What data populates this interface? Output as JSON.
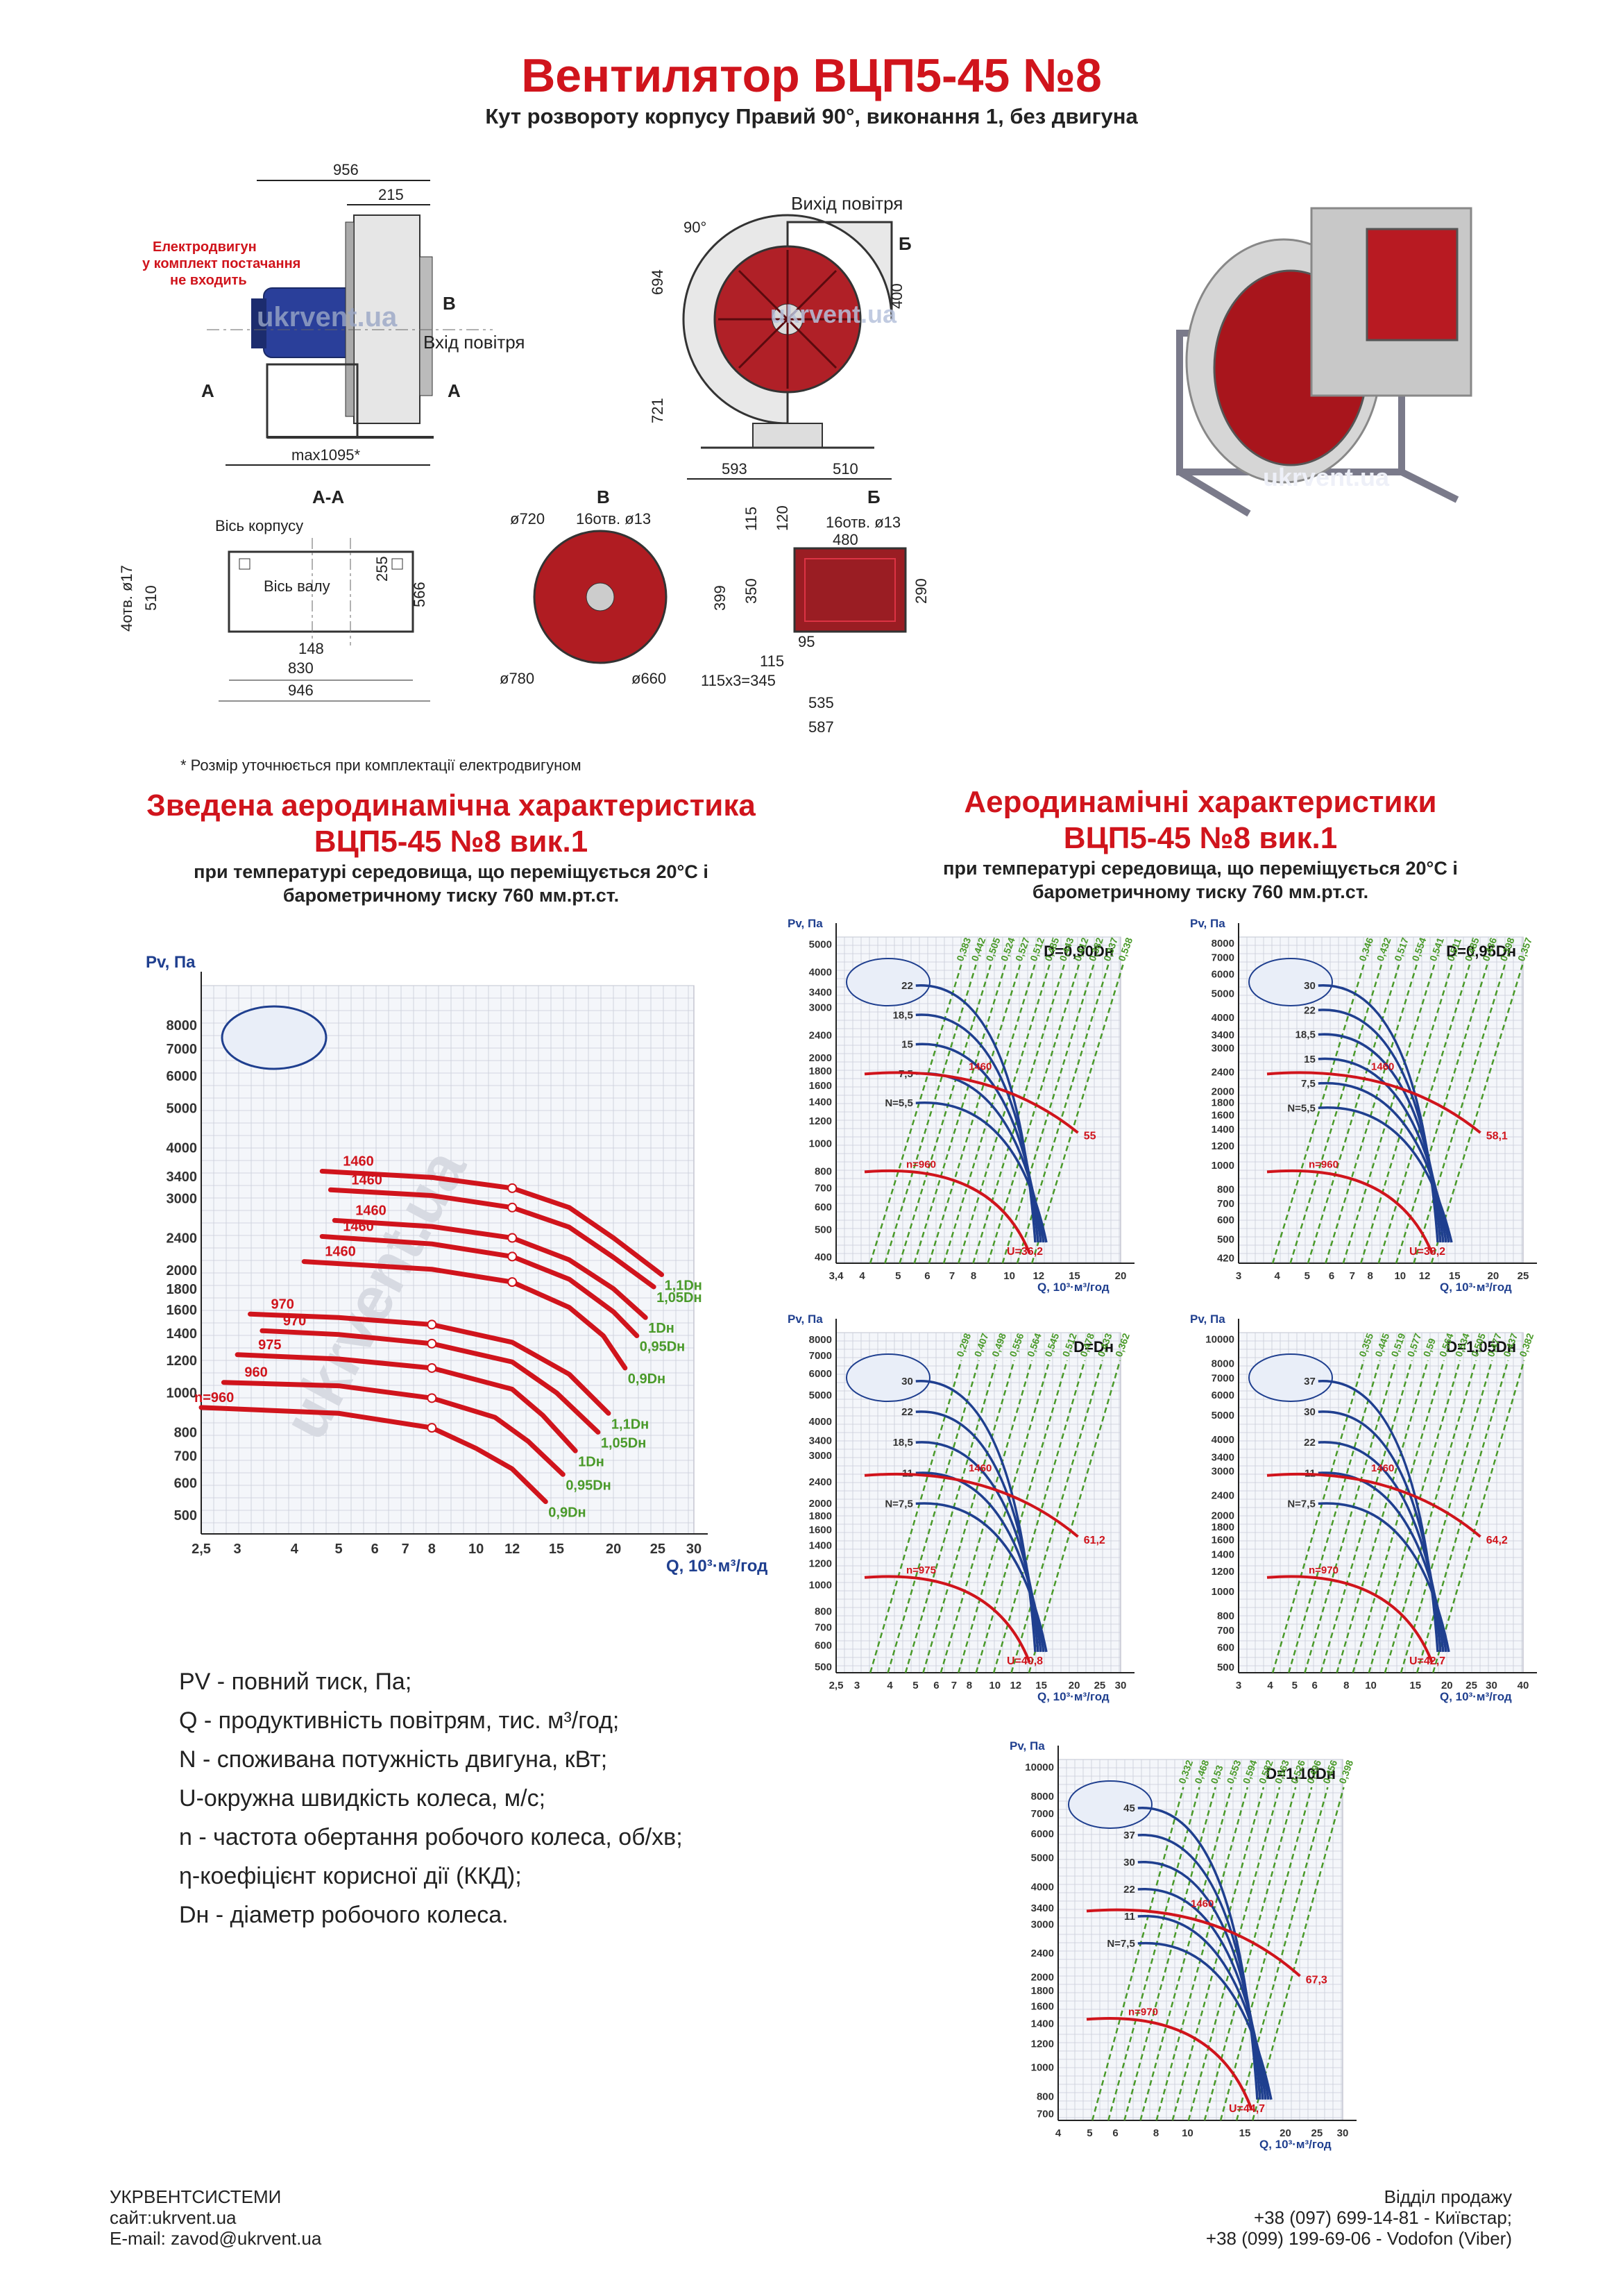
{
  "header": {
    "title": "Вентилятор ВЦП5-45 №8",
    "subtitle": "Кут розвороту корпусу Правий 90°, виконання 1, без двигуна"
  },
  "drawing": {
    "side_view": {
      "dims": [
        "956",
        "215",
        "max1095*"
      ],
      "motor_note": [
        "Електродвигун",
        "у комплект постачання",
        "не входить"
      ],
      "label_b": "В",
      "air_in": "Вхід повітря",
      "label_a": "А"
    },
    "front_view": {
      "air_out": "Вихід повітря",
      "angle": "90°",
      "label_b": "Б",
      "dims": [
        "694",
        "721",
        "400",
        "593",
        "510"
      ]
    },
    "section_aa": {
      "title": "А-А",
      "axis_body": "Вісь корпусу",
      "axis_shaft": "Вісь валу",
      "dims": [
        "4отв. ø17",
        "510",
        "255",
        "566",
        "148",
        "830",
        "946"
      ]
    },
    "section_v": {
      "title": "В",
      "dims": [
        "ø720",
        "16отв. ø13",
        "ø780",
        "ø660"
      ]
    },
    "section_b": {
      "title": "Б",
      "dims": [
        "115",
        "120",
        "16отв. ø13",
        "480",
        "399",
        "350",
        "290",
        "95",
        "115",
        "115x3=345",
        "535",
        "587"
      ]
    },
    "watermark": "ukrvent.ua",
    "footnote": "* Розмір уточнюється при комплектації електродвигуном"
  },
  "summary": {
    "title_line1": "Зведена аеродинамічна характеристика",
    "title_line2": "ВЦП5-45 №8 вик.1",
    "sub_line1": "при температурі середовища, що переміщується 20°С і",
    "sub_line2": "барометричному тиску 760 мм.рт.ст."
  },
  "detail": {
    "title_line1": "Аеродинамічні характеристики",
    "title_line2": "ВЦП5-45 №8 вик.1",
    "sub_line1": "при температурі середовища, що переміщується 20°С і",
    "sub_line2": "барометричному тиску 760 мм.рт.ст."
  },
  "legend": [
    {
      "term": "PV",
      "text": " - повний тиск, Па;"
    },
    {
      "term": "Q",
      "text": " - продуктивність повітрям, тис. м³/год;"
    },
    {
      "term": "N",
      "text": " - споживана потужність двигуна, кВт;"
    },
    {
      "term": "U",
      "text": "-окружна швидкість колеса, м/с;"
    },
    {
      "term": "n",
      "text": " - частота обертання робочого колеса, об/хв;"
    },
    {
      "term": "η",
      "text": "-коефіцієнт корисної дії (ККД);"
    },
    {
      "term": "Dн",
      "text": " - діаметр робочого колеса."
    }
  ],
  "footer": {
    "company": "УКРВЕНТСИСТЕМИ",
    "site": "сайт:ukrvent.ua",
    "email": "E-mail: zavod@ukrvent.ua",
    "sales": "Відділ продажу",
    "phone1": "+38 (097) 699-14-81 - Київстар;",
    "phone2": "+38 (099) 199-69-06 - Vodofon (Viber)"
  },
  "colors": {
    "red": "#d0141c",
    "blue": "#1f3f8f",
    "green": "#4a9a2a",
    "grid": "#c8ccd8"
  },
  "chart_data": [
    {
      "id": "summary",
      "type": "line",
      "scale": "log-log",
      "ylabel": "Pv, Па",
      "xlabel": "Q, 10³·м³/год",
      "xlim": [
        2.5,
        30
      ],
      "ylim": [
        450,
        10000
      ],
      "xticks": [
        "2,5",
        "3",
        "4",
        "5",
        "6",
        "7",
        "8",
        "10",
        "12",
        "15",
        "20",
        "25",
        "30"
      ],
      "yticks": [
        "500",
        "600",
        "700",
        "800",
        "1000",
        "1200",
        "1400",
        "1600",
        "1800",
        "2000",
        "2400",
        "3000",
        "3400",
        "4000",
        "5000",
        "6000",
        "7000",
        "8000"
      ],
      "series": [
        {
          "name": "1460",
          "end": "1,1Dн",
          "x": [
            4.6,
            8,
            12,
            16,
            20,
            25.5
          ],
          "y": [
            3500,
            3380,
            3180,
            2850,
            2400,
            1950
          ]
        },
        {
          "name": "1460",
          "end": "1,05Dн",
          "x": [
            4.8,
            8,
            12,
            16,
            20,
            24.5
          ],
          "y": [
            3150,
            3050,
            2850,
            2550,
            2150,
            1820
          ]
        },
        {
          "name": "1460",
          "end": "1Dн",
          "x": [
            4.9,
            8,
            12,
            16,
            20,
            23.5
          ],
          "y": [
            2650,
            2560,
            2400,
            2120,
            1800,
            1530
          ]
        },
        {
          "name": "1460",
          "end": "0,95Dн",
          "x": [
            4.6,
            8,
            12,
            16,
            20,
            22.5
          ],
          "y": [
            2420,
            2320,
            2160,
            1900,
            1580,
            1380
          ]
        },
        {
          "name": "1460",
          "end": "0,9Dн",
          "x": [
            4.2,
            8,
            12,
            16,
            19,
            21.2
          ],
          "y": [
            2100,
            2010,
            1870,
            1620,
            1380,
            1150
          ]
        },
        {
          "name": "970",
          "end": "1,1Dн",
          "x": [
            3.2,
            5,
            8,
            12,
            16,
            19.5
          ],
          "y": [
            1560,
            1530,
            1470,
            1330,
            1110,
            890
          ]
        },
        {
          "name": "970",
          "end": "1,05Dн",
          "x": [
            3.4,
            5,
            8,
            12,
            15,
            18.5
          ],
          "y": [
            1420,
            1390,
            1320,
            1190,
            1000,
            800
          ]
        },
        {
          "name": "975",
          "end": "1Dн",
          "x": [
            3.0,
            5,
            8,
            12,
            14,
            16.5
          ],
          "y": [
            1240,
            1210,
            1150,
            1020,
            880,
            720
          ]
        },
        {
          "name": "960",
          "end": "0,95Dн",
          "x": [
            2.8,
            5,
            8,
            11,
            13,
            15.5
          ],
          "y": [
            1060,
            1040,
            970,
            870,
            760,
            630
          ]
        },
        {
          "name": "n=960",
          "end": "0,9Dн",
          "x": [
            2.5,
            5,
            8,
            10,
            12,
            14.2
          ],
          "y": [
            920,
            890,
            820,
            730,
            650,
            540
          ]
        }
      ]
    },
    {
      "id": "d090",
      "type": "line",
      "title": "D=0,90Dн",
      "xticks": [
        "3,4",
        "4",
        "5",
        "6",
        "7",
        "8",
        "10",
        "12",
        "15",
        "20"
      ],
      "yticks": [
        "400",
        "500",
        "600",
        "700",
        "800",
        "1000",
        "1200",
        "1400",
        "1600",
        "1800",
        "2000",
        "2400",
        "3000",
        "3400",
        "4000",
        "5000"
      ],
      "n_labels": [
        "1460",
        "n=960"
      ],
      "power_labels": [
        "22",
        "18,5",
        "15",
        "7,5",
        "N=5,5"
      ],
      "eta_labels": [
        "0,383",
        "0,442",
        "0,505",
        "0,524",
        "0,527",
        "0,512",
        "0,485",
        "0,443",
        "0,412",
        "0,382",
        "0,337",
        "0,538"
      ],
      "u_min": "U=36,2",
      "u_max": "55"
    },
    {
      "id": "d095",
      "type": "line",
      "title": "D=0,95Dн",
      "xticks": [
        "3",
        "4",
        "5",
        "6",
        "7",
        "8",
        "10",
        "12",
        "15",
        "20",
        "25"
      ],
      "yticks": [
        "420",
        "500",
        "600",
        "700",
        "800",
        "1000",
        "1200",
        "1400",
        "1600",
        "1800",
        "2000",
        "2400",
        "3000",
        "3400",
        "4000",
        "5000",
        "6000",
        "7000",
        "8000"
      ],
      "n_labels": [
        "1460",
        "n=960"
      ],
      "power_labels": [
        "30",
        "22",
        "18,5",
        "15",
        "7,5",
        "N=5,5"
      ],
      "eta_labels": [
        "0,346",
        "0,432",
        "0,517",
        "0,554",
        "0,541",
        "0,511",
        "0,485",
        "0,436",
        "0,398",
        "0,357"
      ],
      "u_min": "U=38,2",
      "u_max": "58,1"
    },
    {
      "id": "d100",
      "type": "line",
      "title": "D=Dн",
      "xticks": [
        "2,5",
        "3",
        "4",
        "5",
        "6",
        "7",
        "8",
        "10",
        "12",
        "15",
        "20",
        "25",
        "30"
      ],
      "yticks": [
        "500",
        "600",
        "700",
        "800",
        "1000",
        "1200",
        "1400",
        "1600",
        "1800",
        "2000",
        "2400",
        "3000",
        "3400",
        "4000",
        "5000",
        "6000",
        "7000",
        "8000"
      ],
      "n_labels": [
        "1460",
        "n=975"
      ],
      "power_labels": [
        "30",
        "22",
        "18,5",
        "11",
        "N=7,5"
      ],
      "eta_labels": [
        "0,298",
        "0,407",
        "0,498",
        "0,556",
        "0,564",
        "0,545",
        "0,512",
        "0,478",
        "0,433",
        "0,362"
      ],
      "u_min": "U=40,8",
      "u_max": "61,2"
    },
    {
      "id": "d105",
      "type": "line",
      "title": "D=1,05Dн",
      "xticks": [
        "3",
        "4",
        "5",
        "6",
        "8",
        "10",
        "15",
        "20",
        "25",
        "30",
        "40"
      ],
      "yticks": [
        "500",
        "600",
        "700",
        "800",
        "1000",
        "1200",
        "1400",
        "1600",
        "1800",
        "2000",
        "2400",
        "3000",
        "3400",
        "4000",
        "5000",
        "6000",
        "7000",
        "8000",
        "10000"
      ],
      "n_labels": [
        "1460",
        "n=970"
      ],
      "power_labels": [
        "37",
        "30",
        "22",
        "11",
        "N=7,5"
      ],
      "eta_labels": [
        "0,355",
        "0,445",
        "0,519",
        "0,577",
        "0,59",
        "0,564",
        "0,534",
        "0,505",
        "0,477",
        "0,437",
        "0,382"
      ],
      "u_min": "U=42,7",
      "u_max": "64,2"
    },
    {
      "id": "d110",
      "type": "line",
      "title": "D=1,10Dн",
      "xticks": [
        "4",
        "5",
        "6",
        "8",
        "10",
        "15",
        "20",
        "25",
        "30"
      ],
      "yticks": [
        "700",
        "800",
        "1000",
        "1200",
        "1400",
        "1600",
        "1800",
        "2000",
        "2400",
        "3000",
        "3400",
        "4000",
        "5000",
        "6000",
        "7000",
        "8000",
        "10000"
      ],
      "n_labels": [
        "1460",
        "n=970"
      ],
      "power_labels": [
        "45",
        "37",
        "30",
        "22",
        "11",
        "N=7,5"
      ],
      "eta_labels": [
        "0,332",
        "0,468",
        "0,53",
        "0,553",
        "0,594",
        "0,582",
        "0,563",
        "0,526",
        "0,496",
        "0,456",
        "0,398"
      ],
      "u_min": "U=44,7",
      "u_max": "67,3"
    }
  ]
}
